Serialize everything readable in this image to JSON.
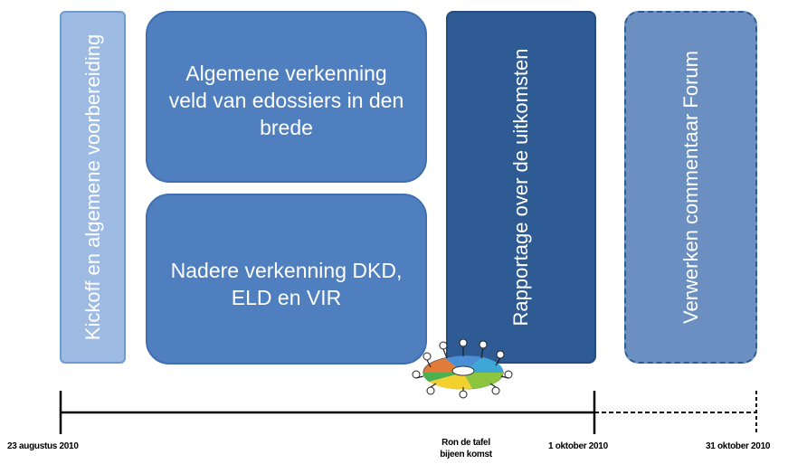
{
  "phases": {
    "kickoff": "Kickoff en algemene voorbereiding",
    "algemene_verkenning": "Algemene verkenning veld van edossiers in den brede",
    "nadere_verkenning": "Nadere verkenning DKD, ELD en VIR",
    "rapportage": "Rapportage over de uitkomsten",
    "verwerken": "Verwerken commentaar Forum"
  },
  "timeline": {
    "start_date": "23 augustus 2010",
    "mid_date": "1 oktober 2010",
    "end_date": "31 oktober 2010",
    "meeting_line1": "Ron de tafel",
    "meeting_line2": "bijeen komst"
  },
  "colors": {
    "kickoff": "#9dbbe3",
    "verkenning": "#4f7fbf",
    "rapportage": "#2f5b95",
    "verwerken": "#6a8fc0"
  },
  "icons": {
    "meeting": "round-table-meeting-icon"
  }
}
